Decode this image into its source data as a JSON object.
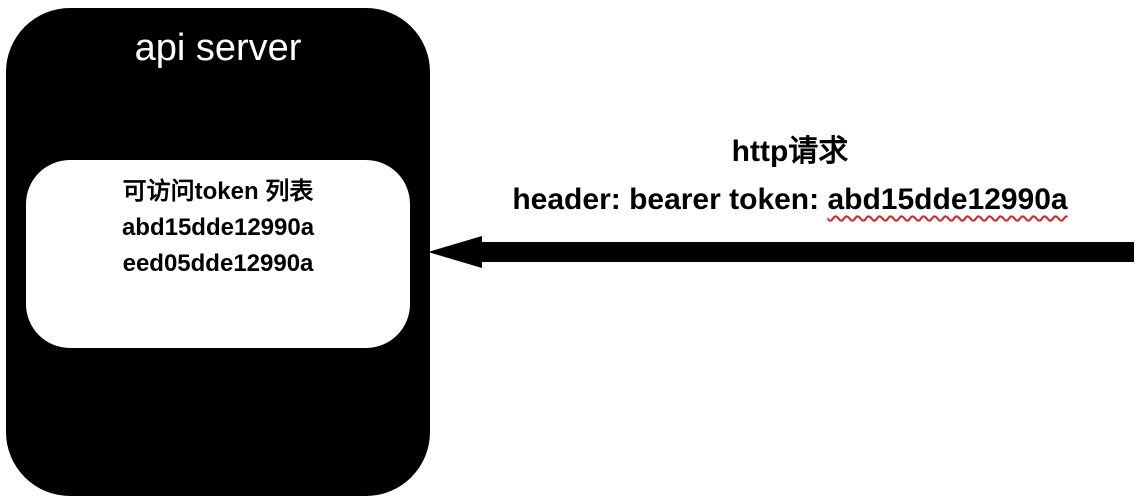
{
  "server": {
    "title": "api server",
    "token_list": {
      "heading": "可访问token 列表",
      "tokens": [
        "abd15dde12990a",
        "eed05dde12990a"
      ]
    }
  },
  "request": {
    "title": "http请求",
    "header_label": "header: bearer token: ",
    "header_token": "abd15dde12990a"
  },
  "colors": {
    "server_fill": "#000000",
    "panel_fill": "#ffffff",
    "arrow": "#000000",
    "spellcheck_underline": "#e02020"
  }
}
